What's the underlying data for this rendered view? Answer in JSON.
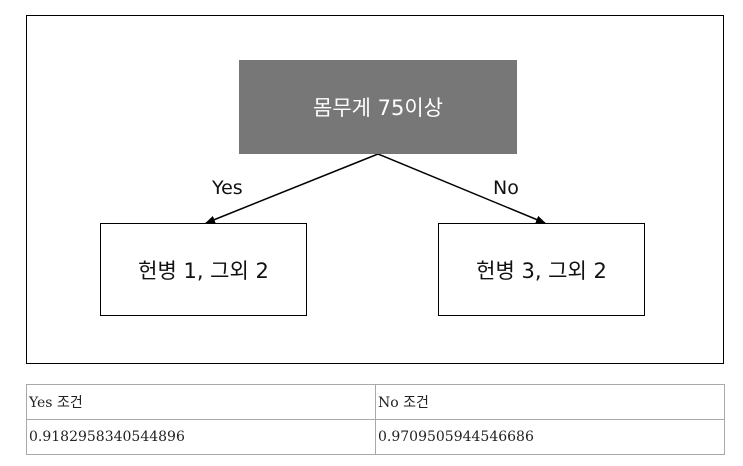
{
  "diagram": {
    "root": "몸무게 75이상",
    "branches": {
      "yes_label": "Yes",
      "no_label": "No"
    },
    "leaves": {
      "left": "헌병 1, 그외 2",
      "right": "헌병 3, 그외 2"
    },
    "colors": {
      "root_fill": "#777777",
      "root_text": "#ffffff",
      "line": "#000000"
    }
  },
  "table": {
    "headers": [
      "Yes 조건",
      "No 조건"
    ],
    "values": [
      "0.9182958340544896",
      "0.9709505944546686"
    ]
  }
}
